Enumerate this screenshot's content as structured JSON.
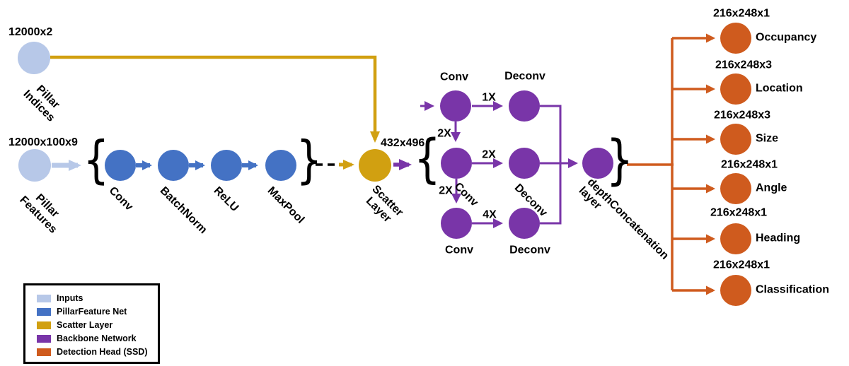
{
  "colors": {
    "inputs": "#B7C8E8",
    "pillar_net": "#4472C4",
    "scatter": "#D1A011",
    "backbone": "#7935A8",
    "detection": "#CF5B1E",
    "black": "#000000"
  },
  "glyphs": {
    "open_brace": "{",
    "close_brace": "}"
  },
  "inputs": {
    "indices": {
      "dim": "12000x2",
      "label_line1": "Pillar",
      "label_line2": "Indices"
    },
    "features": {
      "dim": "12000x100x9",
      "label_line1": "Pillar",
      "label_line2": "Features"
    }
  },
  "pillar_net": {
    "layers": [
      "Conv",
      "BatchNorm",
      "ReLU",
      "MaxPool"
    ]
  },
  "scatter": {
    "dim": "432x496",
    "label_line1": "Scatter",
    "label_line2": "Layer"
  },
  "backbone": {
    "top_conv_label": "Conv",
    "top_deconv_label": "Deconv",
    "mid_conv_label": "Conv",
    "mid_deconv_label": "Deconv",
    "bottom_conv_label": "Conv",
    "bottom_deconv_label": "Deconv",
    "scale_top": "1X",
    "scale_down1": "2X",
    "scale_mid": "2X",
    "scale_down2": "2X",
    "scale_bottom": "4X",
    "concat_label_line1": "depthConcatenation",
    "concat_label_line2": "layer"
  },
  "detection_head": {
    "outputs": [
      {
        "dim": "216x248x1",
        "label": "Occupancy"
      },
      {
        "dim": "216x248x3",
        "label": "Location"
      },
      {
        "dim": "216x248x3",
        "label": "Size"
      },
      {
        "dim": "216x248x1",
        "label": "Angle"
      },
      {
        "dim": "216x248x1",
        "label": "Heading"
      },
      {
        "dim": "216x248x1",
        "label": "Classification"
      }
    ]
  },
  "legend": {
    "items": [
      {
        "label": "Inputs"
      },
      {
        "label": "PillarFeature Net"
      },
      {
        "label": "Scatter Layer"
      },
      {
        "label": "Backbone Network"
      },
      {
        "label": "Detection Head (SSD)"
      }
    ]
  }
}
